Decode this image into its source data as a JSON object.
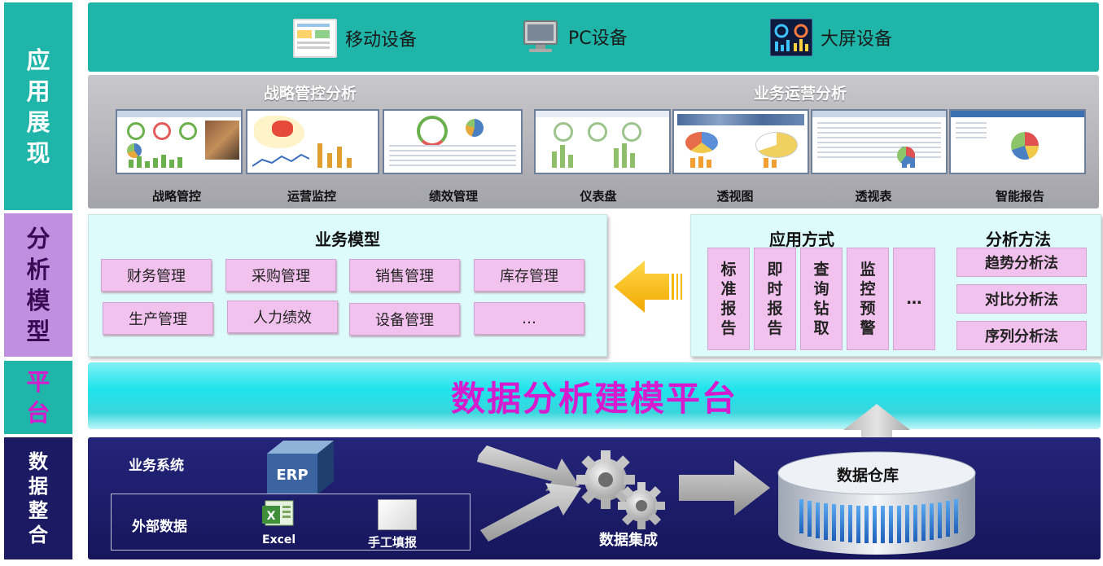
{
  "side": {
    "app_display": "应用展现",
    "analysis_model": "分析模型",
    "platform": "平台",
    "data_integration": "数据整合"
  },
  "devices": {
    "mobile": "移动设备",
    "pc": "PC设备",
    "bigscreen": "大屏设备"
  },
  "analysis": {
    "strategic_title": "战略管控分析",
    "operation_title": "业务运营分析",
    "captions": [
      "战略管控",
      "运营监控",
      "绩效管理",
      "仪表盘",
      "透视图",
      "透视表",
      "智能报告"
    ]
  },
  "business_model": {
    "title": "业务模型",
    "items": [
      "财务管理",
      "采购管理",
      "销售管理",
      "库存管理",
      "生产管理",
      "人力绩效",
      "设备管理",
      "…"
    ]
  },
  "application_mode": {
    "title": "应用方式",
    "items": [
      "标准报告",
      "即时报告",
      "查询钻取",
      "监控预警",
      "…"
    ]
  },
  "analysis_method": {
    "title": "分析方法",
    "items": [
      "趋势分析法",
      "对比分析法",
      "序列分析法"
    ]
  },
  "platform": {
    "title": "数据分析建模平台"
  },
  "integration": {
    "business_system": "业务系统",
    "erp_label": "ERP",
    "external_data": "外部数据",
    "excel": "Excel",
    "manual": "手工填报",
    "data_integration": "数据集成",
    "warehouse": "数据仓库"
  },
  "colors": {
    "teal": "#1fb5a8",
    "purple_side": "#c18fe0",
    "pink_box": "#f2c2ee",
    "navy": "#1b1a63",
    "magenta_text": "#d61bcf",
    "arrow_orange": "#f5b800"
  }
}
